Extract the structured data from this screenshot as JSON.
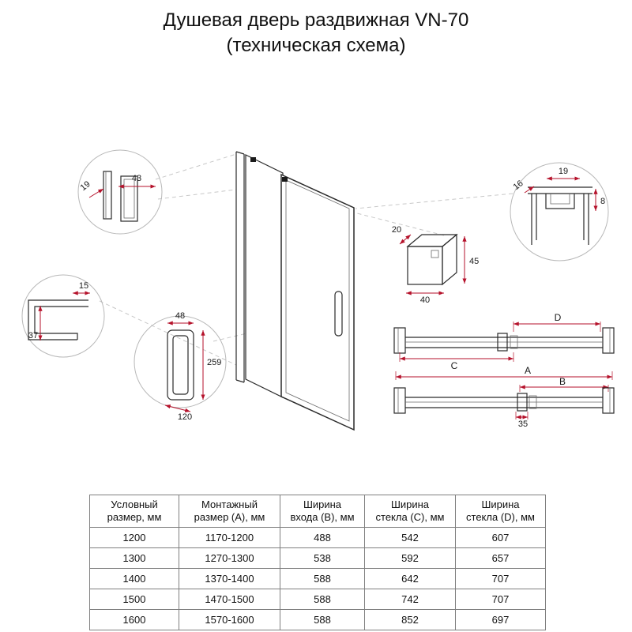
{
  "title": {
    "line1": "Душевая дверь раздвижная VN-70",
    "line2": "(техническая схема)"
  },
  "colors": {
    "dimension_accent": "#b5122b",
    "drawing_line": "#2a2a2a",
    "table_border": "#7f7f7f"
  },
  "dims": {
    "top_left_depth": "19",
    "top_left_width": "43",
    "bottom_profile_width": "15",
    "bottom_profile_height": "37",
    "handle_width": "48",
    "handle_height": "259",
    "handle_depth": "120",
    "box_depth": "20",
    "box_width": "40",
    "box_height": "45",
    "top_right_width": "19",
    "top_right_depth": "16",
    "top_right_height": "8",
    "label_d": "D",
    "label_c": "C",
    "label_a": "A",
    "label_b": "B",
    "offset_35": "35"
  },
  "table": {
    "headers": [
      {
        "line1": "Условный",
        "line2": "размер, мм"
      },
      {
        "line1": "Монтажный",
        "line2": "размер (А), мм"
      },
      {
        "line1": "Ширина",
        "line2": "входа (В), мм"
      },
      {
        "line1": "Ширина",
        "line2": "стекла (С), мм"
      },
      {
        "line1": "Ширина",
        "line2": "стекла (D), мм"
      }
    ],
    "rows": [
      [
        "1200",
        "1170-1200",
        "488",
        "542",
        "607"
      ],
      [
        "1300",
        "1270-1300",
        "538",
        "592",
        "657"
      ],
      [
        "1400",
        "1370-1400",
        "588",
        "642",
        "707"
      ],
      [
        "1500",
        "1470-1500",
        "588",
        "742",
        "707"
      ],
      [
        "1600",
        "1570-1600",
        "588",
        "852",
        "697"
      ]
    ]
  }
}
